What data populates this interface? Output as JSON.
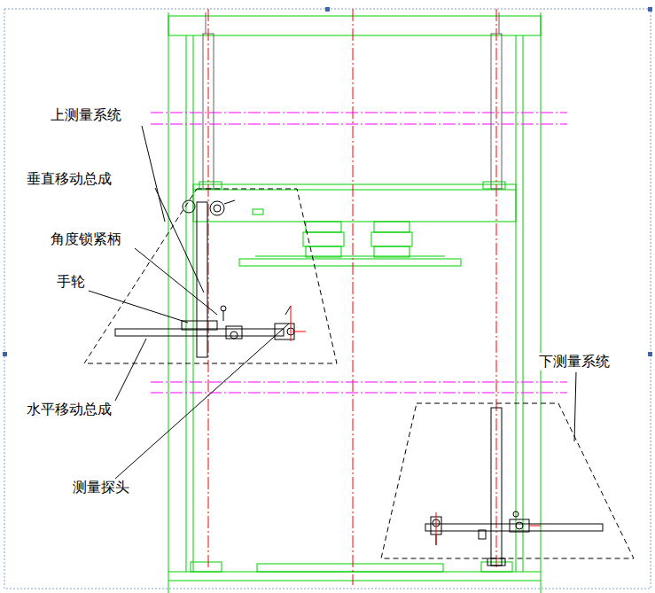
{
  "diagram": {
    "labels": [
      "上测量系统",
      "垂直移动总成",
      "角度锁紧柄",
      "手轮",
      "水平移动总成",
      "测量探头",
      "下测量系统"
    ]
  }
}
